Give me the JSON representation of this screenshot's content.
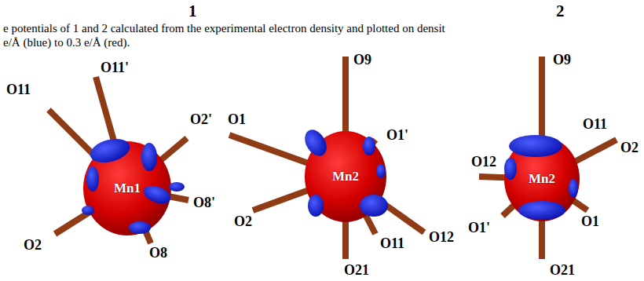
{
  "diagram": {
    "nodes": [
      {
        "text": [
          "Mn1"
        ]
      },
      {
        "text": [
          "Mn2"
        ]
      },
      {
        "text": [
          "Mn2"
        ]
      }
    ],
    "labels": [
      "1",
      "2",
      "e potentials of 1 and 2 calculated from the experimental electron density and plotted on densit",
      "e/Å (blue) to 0.3 e/Å (red).",
      "O11",
      "O11'",
      "O2'",
      "O8'",
      "O8",
      "O2",
      "O9",
      "O1",
      "O1'",
      "O12",
      "O2",
      "O11",
      "O21",
      "O9",
      "O11",
      "O12",
      "O2",
      "O1'",
      "O1",
      "O21"
    ]
  }
}
